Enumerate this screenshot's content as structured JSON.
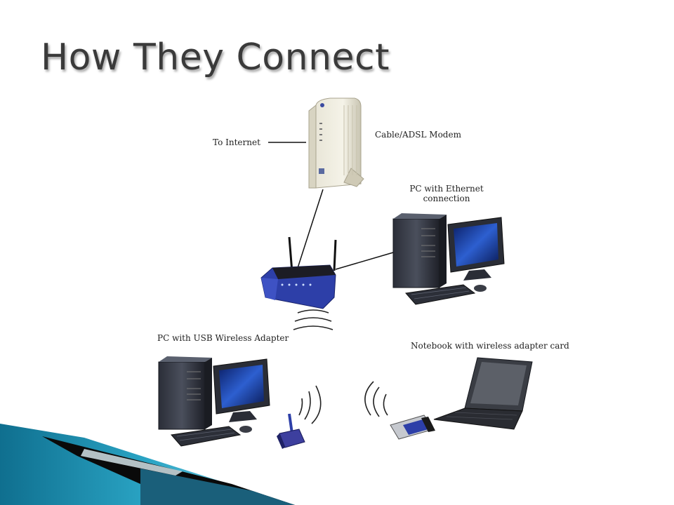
{
  "slide": {
    "title": "How They Connect"
  },
  "diagram": {
    "labels": {
      "to_internet": "To Internet",
      "modem": "Cable/ADSL Modem",
      "pc_ethernet_line1": "PC with Ethernet",
      "pc_ethernet_line2": "connection",
      "pc_usb": "PC with USB Wireless Adapter",
      "notebook": "Notebook with wireless adapter card"
    }
  },
  "colors": {
    "title_text": "#3a3a3a",
    "accent_teal": "#1e8fa8",
    "router_blue": "#2d3fa8",
    "monitor_screen": "#1d3f9e"
  }
}
